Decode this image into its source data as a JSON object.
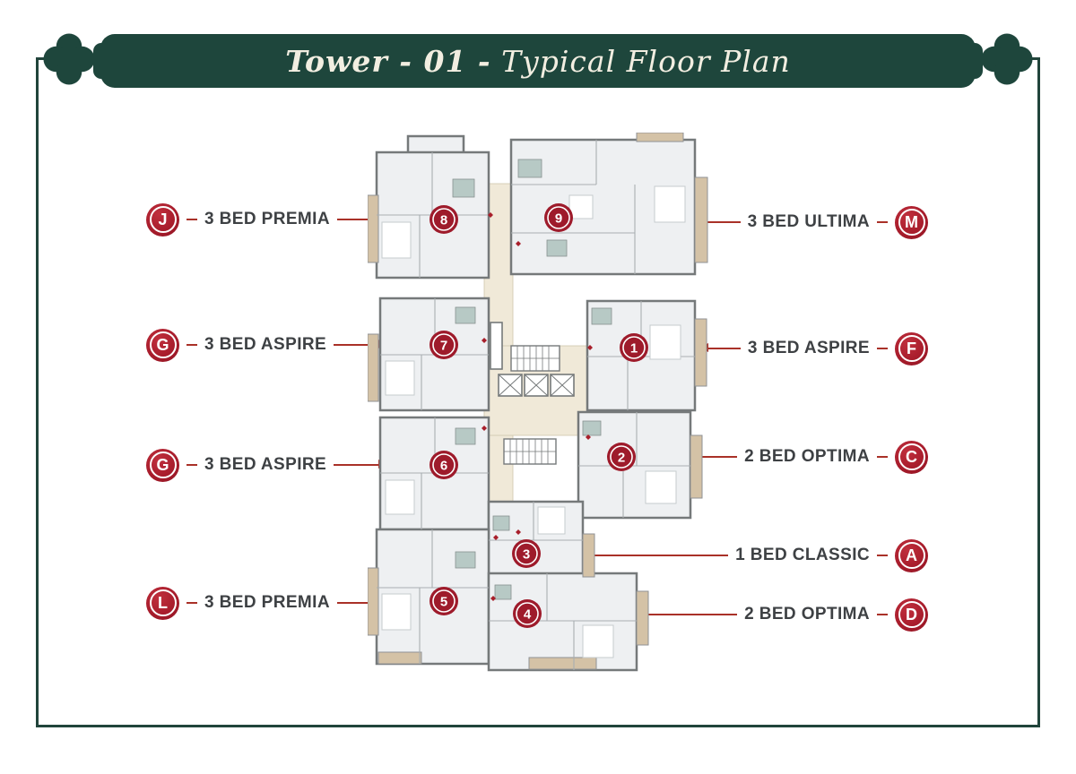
{
  "header": {
    "title_prefix": "Tower - 01 -",
    "title_suffix": "Typical Floor Plan"
  },
  "callouts": {
    "left": [
      {
        "letter": "J",
        "label": "3 BED PREMIA"
      },
      {
        "letter": "G",
        "label": "3 BED ASPIRE"
      },
      {
        "letter": "G",
        "label": "3 BED ASPIRE"
      },
      {
        "letter": "L",
        "label": "3 BED PREMIA"
      }
    ],
    "right": [
      {
        "letter": "M",
        "label": "3 BED ULTIMA"
      },
      {
        "letter": "F",
        "label": "3 BED ASPIRE"
      },
      {
        "letter": "C",
        "label": "2 BED OPTIMA"
      },
      {
        "letter": "A",
        "label": "1 BED CLASSIC"
      },
      {
        "letter": "D",
        "label": "2 BED OPTIMA"
      }
    ]
  },
  "plan": {
    "units": [
      {
        "number": "1"
      },
      {
        "number": "2"
      },
      {
        "number": "3"
      },
      {
        "number": "4"
      },
      {
        "number": "5"
      },
      {
        "number": "6"
      },
      {
        "number": "7"
      },
      {
        "number": "8"
      },
      {
        "number": "9"
      }
    ]
  },
  "colors": {
    "banner_green": "#1e463c",
    "border_green": "#21443b",
    "title_cream": "#f2eee1",
    "callout_badge_red": "#a81d2c",
    "plan_badge_red": "#9e1b2b",
    "arrow_red": "#a93128",
    "label_gray": "#3e4144",
    "wall_gray": "#75797a",
    "room_fill": "#eef0f2",
    "balcony_tan": "#d4c2a6",
    "corridor_cream": "#f0e9d8",
    "bath_teal": "#b7c9c5"
  }
}
